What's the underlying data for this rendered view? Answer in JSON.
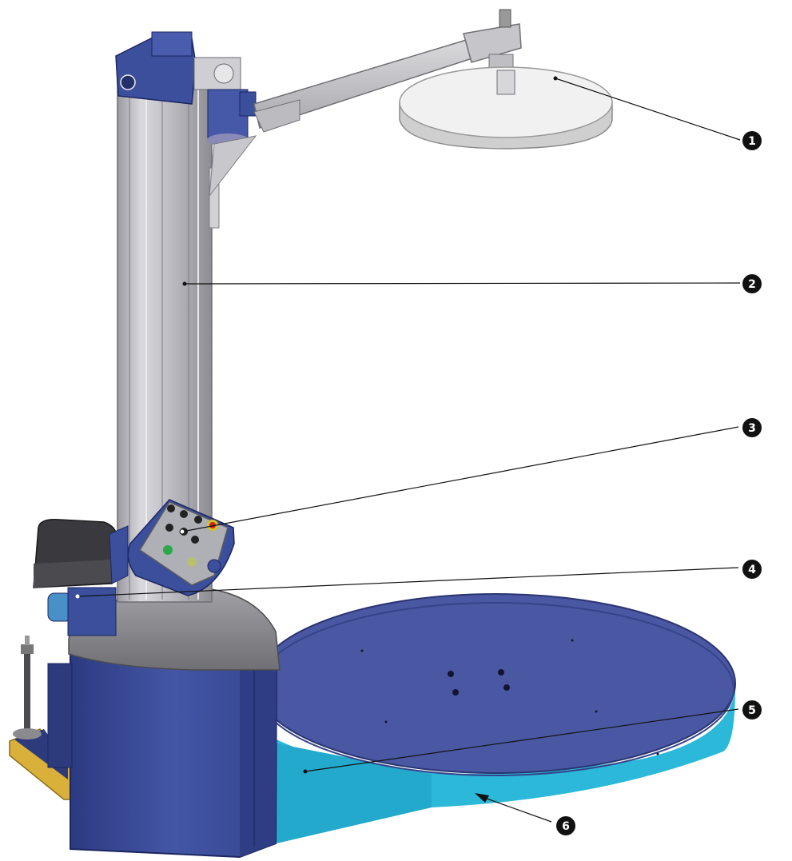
{
  "callouts": [
    {
      "id": "1",
      "label": "1"
    },
    {
      "id": "2",
      "label": "2"
    },
    {
      "id": "3",
      "label": "3"
    },
    {
      "id": "4",
      "label": "4"
    },
    {
      "id": "5",
      "label": "5"
    },
    {
      "id": "6",
      "label": "6"
    }
  ],
  "colors": {
    "body_blue": "#3c4f9c",
    "body_blue_dark": "#2c3a7c",
    "turntable_top": "#4a58a3",
    "turntable_side": "#2cb8d8",
    "mast_grey": "#bdbdc2",
    "cover_grey": "#8f8f93",
    "pressure_plate": "#efefef",
    "foot_yellow": "#d8b03a",
    "callout_black": "#111111"
  },
  "icons": {
    "callout_marker": "filled-circle-number"
  }
}
